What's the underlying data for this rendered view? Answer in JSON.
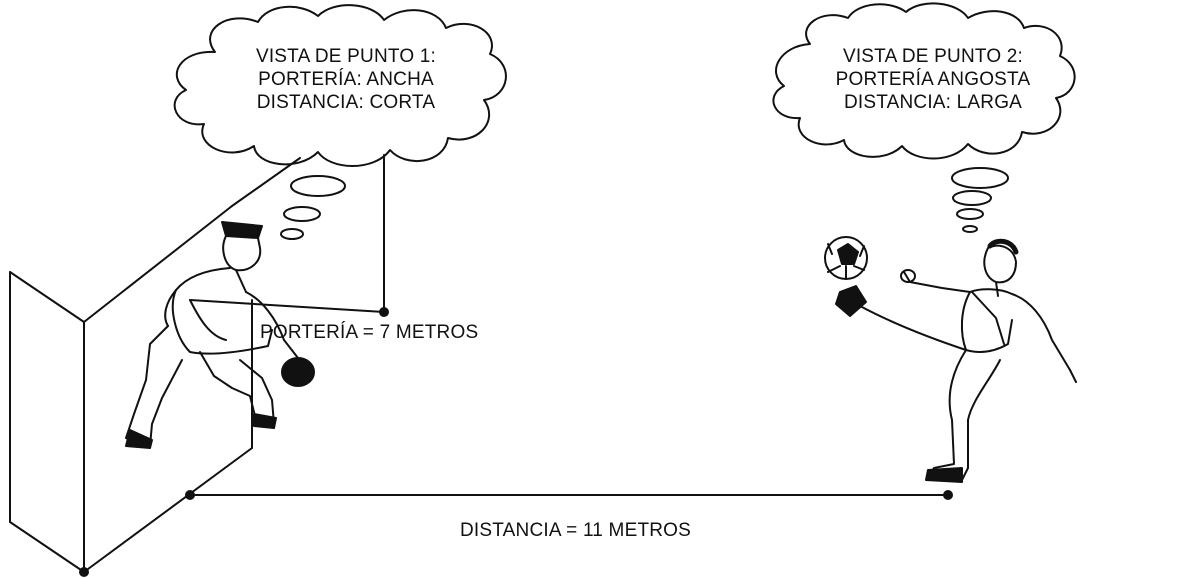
{
  "thought_bubbles": {
    "point1": {
      "line1": "VISTA DE PUNTO 1:",
      "line2": "PORTERÍA: ANCHA",
      "line3": "DISTANCIA: CORTA"
    },
    "point2": {
      "line1": "VISTA DE PUNTO 2:",
      "line2": "PORTERÍA  ANGOSTA",
      "line3": "DISTANCIA: LARGA"
    }
  },
  "measurements": {
    "goal_width": "PORTERÍA  = 7 METROS",
    "distance": "DISTANCIA = 11 METROS"
  },
  "figures": {
    "goalkeeper": "goalkeeper",
    "kicker": "soccer-player-kicking",
    "ball": "soccer-ball"
  },
  "colors": {
    "ink": "#111111",
    "background": "#ffffff"
  }
}
